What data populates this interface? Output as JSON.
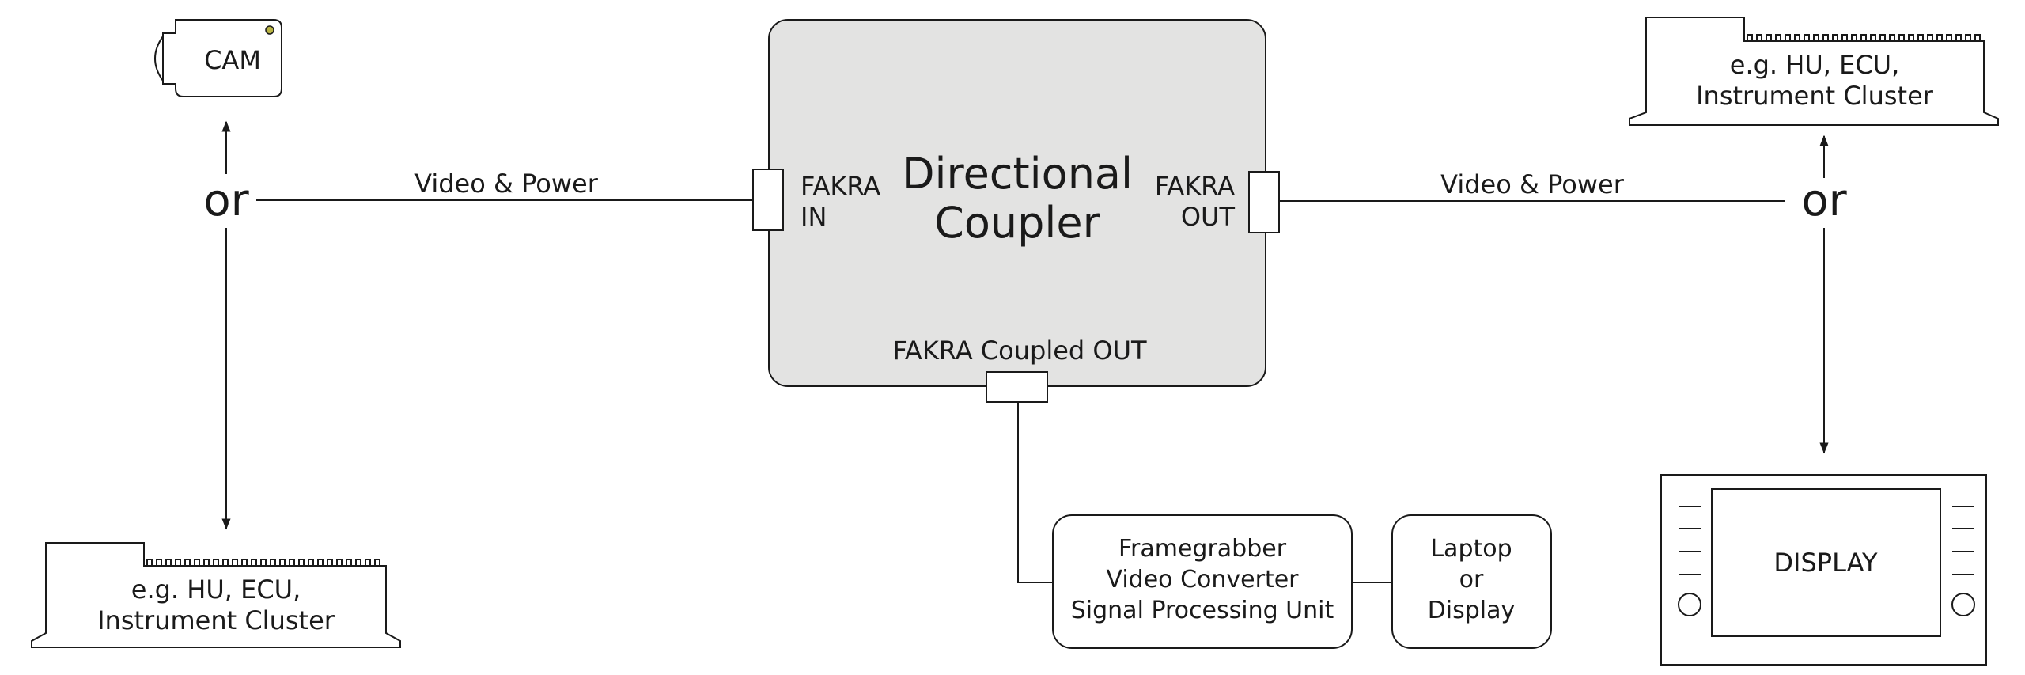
{
  "coupler": {
    "title_line1": "Directional",
    "title_line2": "Coupler",
    "fill_color": "#e3e3e2",
    "port_in_line1": "FAKRA",
    "port_in_line2": "IN",
    "port_out_line1": "FAKRA",
    "port_out_line2": "OUT",
    "port_coupled": "FAKRA Coupled OUT"
  },
  "left": {
    "link_label": "Video & Power",
    "or_label": "or",
    "cam_label": "CAM",
    "cam_led_color": "#b9b443",
    "ecu_line1": "e.g. HU, ECU,",
    "ecu_line2": "Instrument Cluster"
  },
  "right": {
    "link_label": "Video & Power",
    "or_label": "or",
    "ecu_line1": "e.g. HU, ECU,",
    "ecu_line2": "Instrument Cluster",
    "display_label": "DISPLAY"
  },
  "processing": {
    "line1": "Framegrabber",
    "line2": "Video Converter",
    "line3": "Signal Processing Unit"
  },
  "laptop": {
    "line1": "Laptop",
    "line2": "or",
    "line3": "Display"
  }
}
